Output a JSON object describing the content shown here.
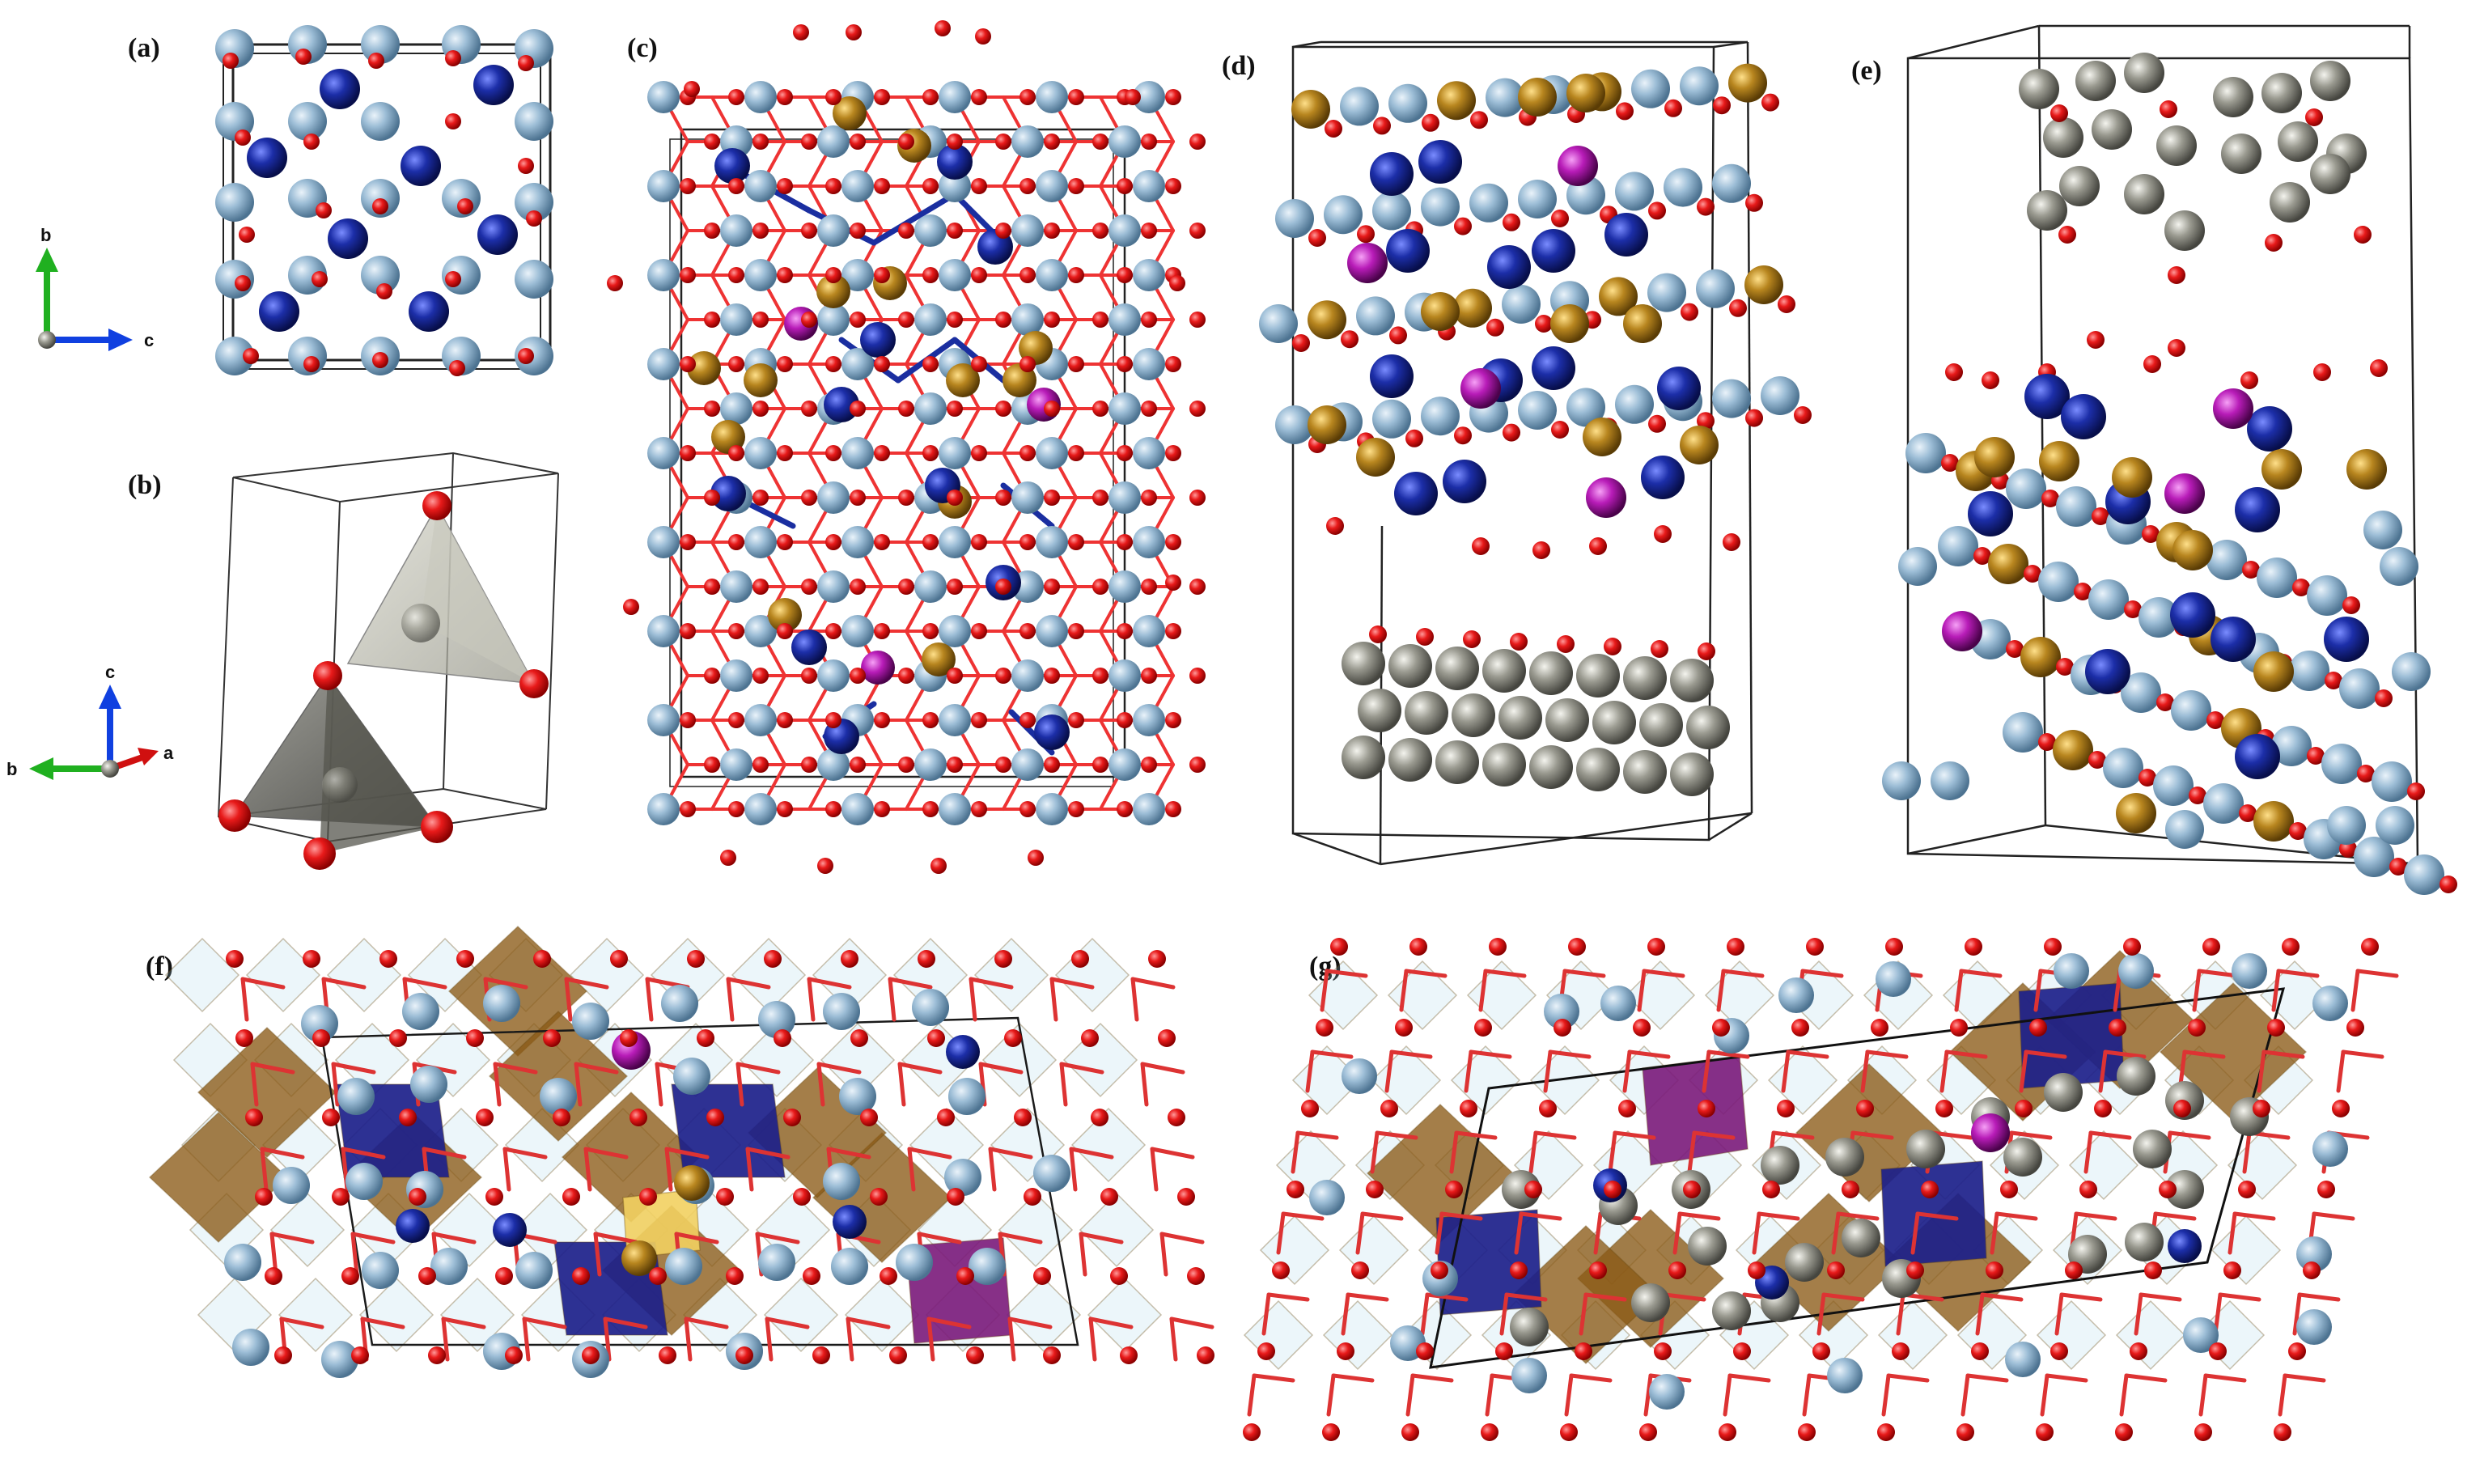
{
  "panels": [
    {
      "id": "a",
      "label": "(a)"
    },
    {
      "id": "b",
      "label": "(b)"
    },
    {
      "id": "c",
      "label": "(c)"
    },
    {
      "id": "d",
      "label": "(d)"
    },
    {
      "id": "e",
      "label": "(e)"
    },
    {
      "id": "f",
      "label": "(f)"
    },
    {
      "id": "g",
      "label": "(g)"
    }
  ],
  "axes": {
    "a": {
      "up": "b",
      "right": "c"
    },
    "b": {
      "up": "c",
      "left": "b",
      "right": "a"
    }
  },
  "colors": {
    "background": "#ffffff",
    "oxygen": "#e01010",
    "light_blue_atom": "#8fb3cf",
    "dark_blue_atom": "#1a2ea0",
    "gold_atom": "#b07d1f",
    "magenta_atom": "#b01cb0",
    "grey_atom": "#8a8a80",
    "axis_red": "#d01010",
    "axis_green": "#20b020",
    "axis_blue": "#1040e0",
    "frame": "#222222"
  }
}
